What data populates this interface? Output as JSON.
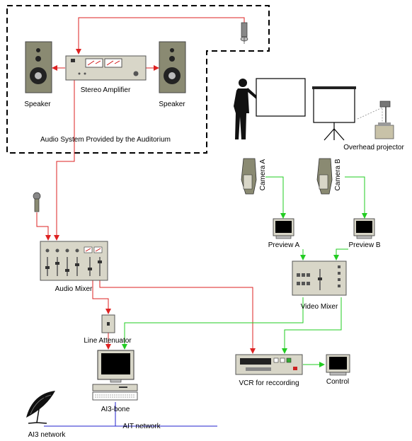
{
  "labels": {
    "stereo_amplifier": "Stereo Amplifier",
    "speaker_left": "Speaker",
    "speaker_right": "Speaker",
    "audio_system": "Audio System Provided by the Auditorium",
    "overhead_projector": "Overhead projector",
    "camera_a": "Camera A",
    "camera_b": "Camera B",
    "preview_a": "Preview A",
    "preview_b": "Preview B",
    "audio_mixer": "Audio Mixer",
    "video_mixer": "Video Mixer",
    "line_attenuator": "Line Attenuator",
    "vcr": "VCR for reccording",
    "control": "Control",
    "ai3_bone": "AI3-bone",
    "ai3_network": "AI3 network",
    "ait_network": "AIT network"
  },
  "colors": {
    "audio_line": "#dd2222",
    "video_line": "#22cc22",
    "network_line": "#2222cc",
    "equipment": "#d8d6c8",
    "speaker": "#8a8a72"
  }
}
